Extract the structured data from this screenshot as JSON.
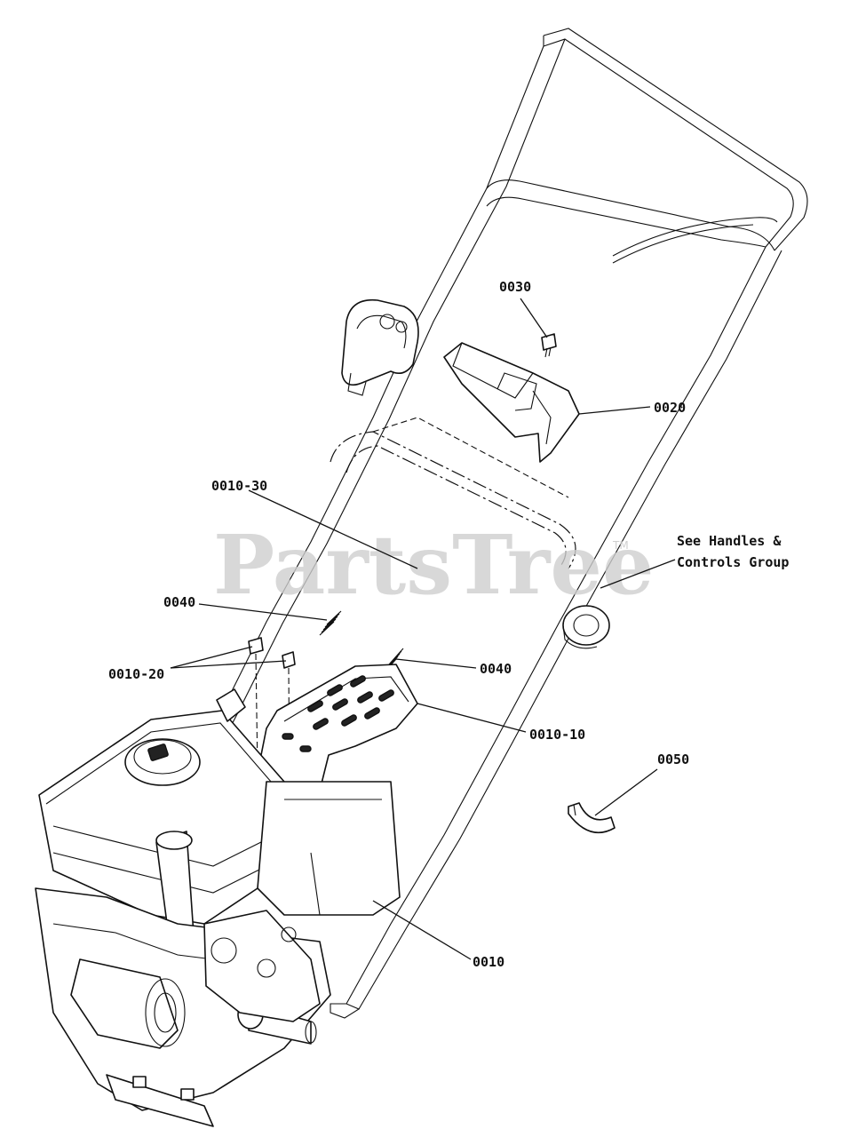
{
  "watermark": {
    "text": "PartsTree",
    "trademark": "TM"
  },
  "callouts": [
    {
      "id": "c0030",
      "label": "0030"
    },
    {
      "id": "c0020",
      "label": "0020"
    },
    {
      "id": "c0010_30",
      "label": "0010-30"
    },
    {
      "id": "c0040_a",
      "label": "0040"
    },
    {
      "id": "c0010_20",
      "label": "0010-20"
    },
    {
      "id": "c0040_b",
      "label": "0040"
    },
    {
      "id": "c0010_10",
      "label": "0010-10"
    },
    {
      "id": "c0050",
      "label": "0050"
    },
    {
      "id": "c0010",
      "label": "0010"
    }
  ],
  "note": {
    "line1": "See Handles &",
    "line2": "Controls Group"
  }
}
